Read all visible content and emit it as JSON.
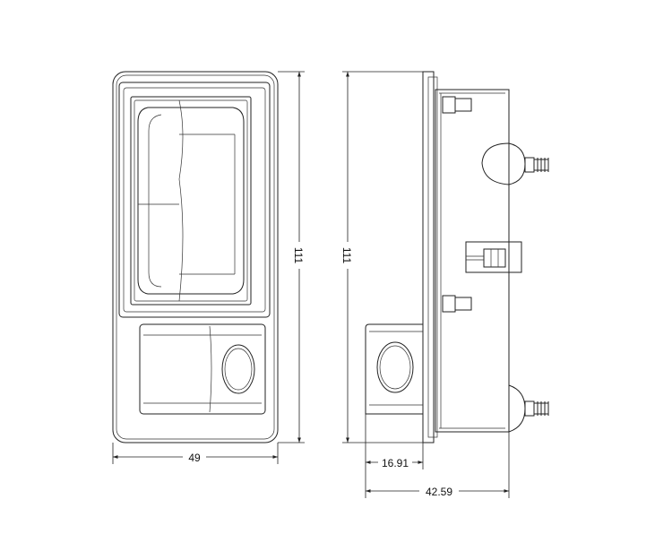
{
  "drawing": {
    "front_view": {
      "width_dim": "49",
      "height_dim": "111"
    },
    "side_view": {
      "height_dim": "111",
      "flange_depth_dim": "16.91",
      "overall_depth_dim": "42.59"
    }
  },
  "colors": {
    "line": "#222222",
    "background": "#ffffff"
  }
}
